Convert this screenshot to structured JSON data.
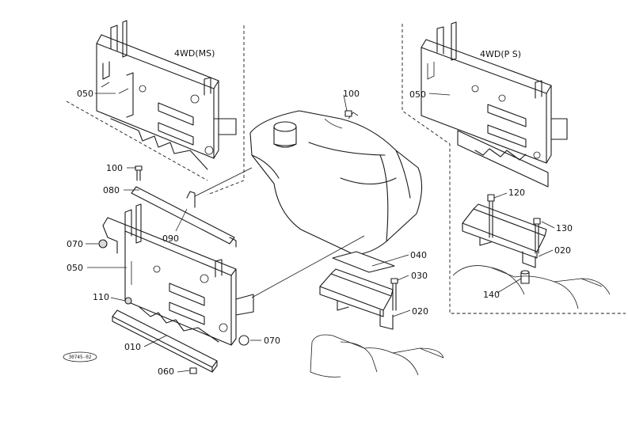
{
  "variants": {
    "ms": "4WD(MS)",
    "ps": "4WD(P S)"
  },
  "parts": {
    "p010": "010",
    "p020a": "020",
    "p020b": "020",
    "p030": "030",
    "p040": "040",
    "p050a": "050",
    "p050b": "050",
    "p050c": "050",
    "p060": "060",
    "p070a": "070",
    "p070b": "070",
    "p080": "080",
    "p090": "090",
    "p100a": "100",
    "p100b": "100",
    "p110": "110",
    "p120": "120",
    "p130": "130",
    "p140": "140"
  },
  "drawing_code": "30745-02"
}
